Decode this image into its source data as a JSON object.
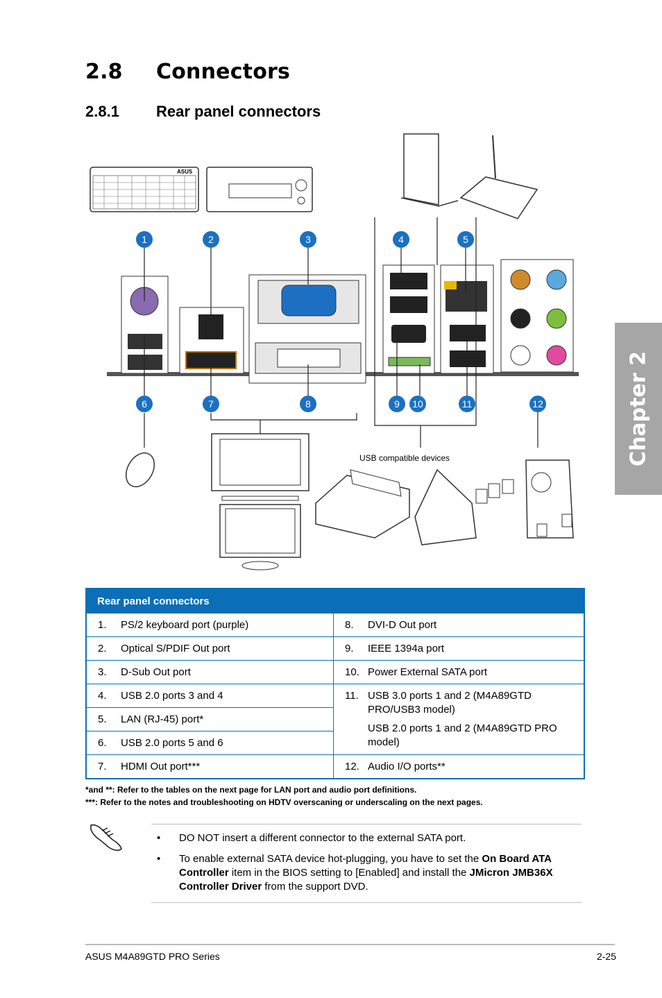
{
  "section": {
    "number": "2.8",
    "title": "Connectors"
  },
  "subsection": {
    "number": "2.8.1",
    "title": "Rear panel connectors"
  },
  "chapter_tab": "Chapter 2",
  "diagram": {
    "callouts": [
      "1",
      "2",
      "3",
      "4",
      "5",
      "6",
      "7",
      "8",
      "9",
      "10",
      "11",
      "12"
    ],
    "usb_devices_label": "USB compatible devices",
    "logo_text": "ASUS"
  },
  "table": {
    "header": "Rear panel connectors",
    "rows": [
      {
        "left_num": "1.",
        "left_text": "PS/2 keyboard port (purple)",
        "right_num": "8.",
        "right_text": "DVI-D Out port"
      },
      {
        "left_num": "2.",
        "left_text": "Optical S/PDIF Out port",
        "right_num": "9.",
        "right_text": "IEEE 1394a port"
      },
      {
        "left_num": "3.",
        "left_text": "D-Sub Out port",
        "right_num": "10.",
        "right_text": "Power External SATA port"
      },
      {
        "left_num": "4.",
        "left_text": "USB 2.0 ports 3 and 4",
        "right_num": "11.",
        "right_text": "USB 3.0 ports 1 and 2 (M4A89GTD PRO/USB3 model)",
        "right_text2": "USB 2.0 ports 1 and 2 (M4A89GTD PRO model)"
      },
      {
        "left_num": "5.",
        "left_text": "LAN (RJ-45) port*"
      },
      {
        "left_num": "6.",
        "left_text": "USB 2.0 ports 5 and 6"
      },
      {
        "left_num": "7.",
        "left_text": "HDMI Out port***",
        "right_num": "12.",
        "right_text": "Audio I/O ports**"
      }
    ]
  },
  "footnotes": [
    "*and **: Refer to the tables on the next page for LAN port and audio port definitions.",
    "***: Refer to the notes and troubleshooting on HDTV overscaning or underscaling on the next pages."
  ],
  "notes": {
    "bullet": "•",
    "item1": "DO NOT insert a different connector to the external SATA port.",
    "item2": {
      "p1": "To enable external SATA device hot-plugging, you have to set the ",
      "b1": "On Board ATA Controller",
      "p2": " item in the BIOS setting to [Enabled] and install the ",
      "b2": "JMicron JMB36X Controller Driver",
      "p3": " from the support DVD."
    }
  },
  "footer": {
    "left": "ASUS M4A89GTD PRO Series",
    "right": "2-25"
  },
  "colors": {
    "accent": "#0a6fb6",
    "tab": "#a6a6a6"
  }
}
